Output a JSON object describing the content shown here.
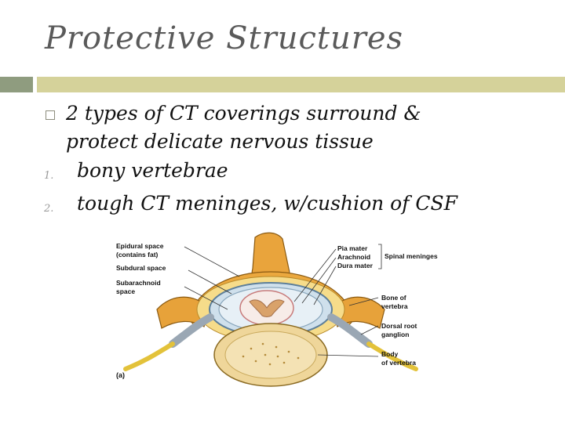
{
  "title": "Protective Structures",
  "bullet": {
    "line1": "2 types of CT coverings surround &",
    "line2": "protect delicate nervous tissue"
  },
  "list": [
    {
      "num": "1.",
      "text": "bony vertebrae"
    },
    {
      "num": "2.",
      "text": "tough CT meninges, w/cushion of CSF"
    }
  ],
  "figure": {
    "labels_left": [
      "Epidural space",
      "(contains fat)",
      "Subdural space",
      "Subarachnoid",
      "space"
    ],
    "labels_right_top": [
      "Pia mater",
      "Arachnoid",
      "Dura mater"
    ],
    "spinal_meninges": "Spinal meninges",
    "labels_right": [
      "Bone of",
      "vertebra",
      "Dorsal root",
      "ganglion",
      "Body",
      "of vertebra"
    ],
    "panel": "(a)"
  },
  "colors": {
    "accent_bar_left": "#8f9c7f",
    "accent_bar_right": "#d5d29a",
    "bone": "#e8a73c"
  }
}
